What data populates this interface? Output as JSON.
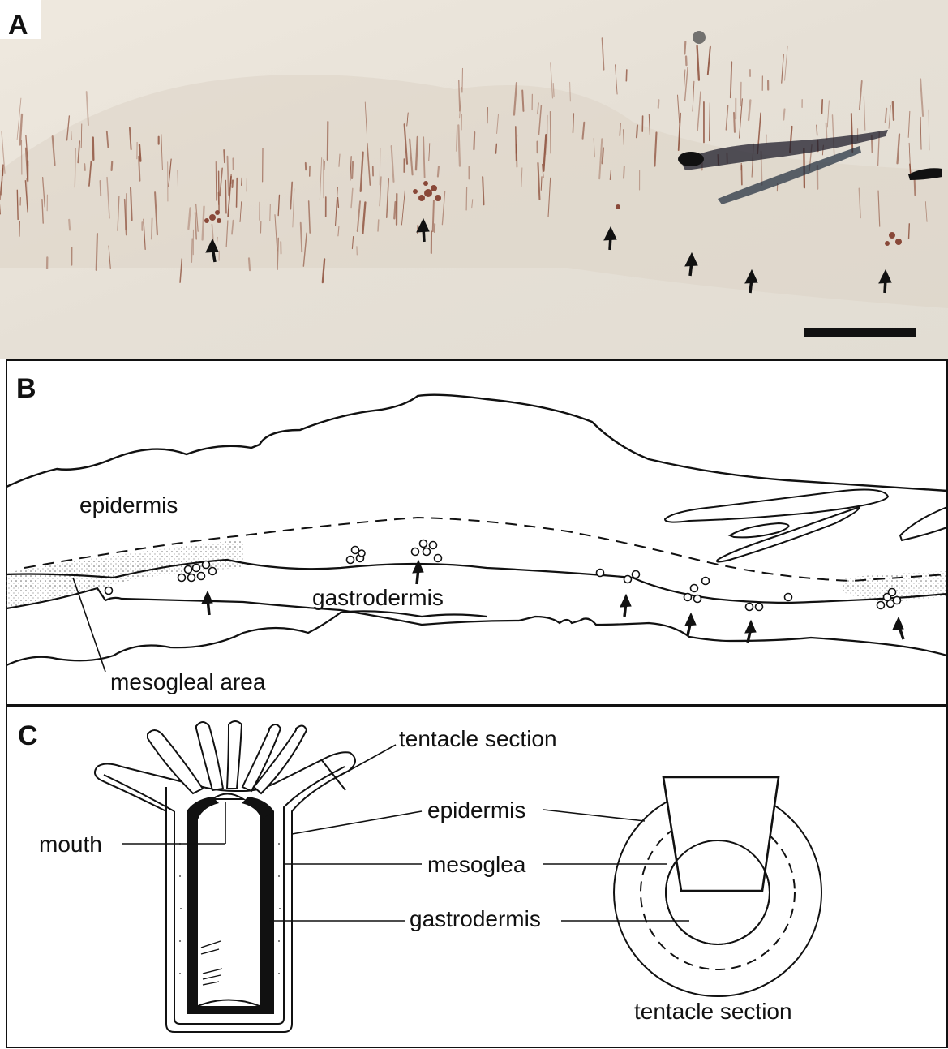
{
  "panels": {
    "a": {
      "label": "A"
    },
    "b": {
      "label": "B",
      "labels": {
        "epidermis": "epidermis",
        "gastrodermis": "gastrodermis",
        "mesogleal_area": "mesogleal area"
      }
    },
    "c": {
      "label": "C",
      "labels": {
        "tentacle_section_top": "tentacle section",
        "epidermis": "epidermis",
        "mesoglea": "mesoglea",
        "gastrodermis": "gastrodermis",
        "mouth": "mouth",
        "tentacle_section_bottom": "tentacle section"
      }
    }
  },
  "colors": {
    "photo_background": "#e9e4da",
    "stain": "#8a4a35",
    "line": "#111111"
  }
}
